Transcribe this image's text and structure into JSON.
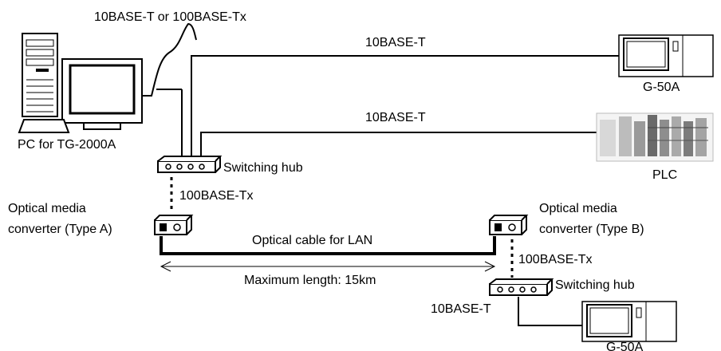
{
  "labels": {
    "pc_cable": "10BASE-T or 100BASE-Tx",
    "link_g50a_top": "10BASE-T",
    "link_plc": "10BASE-T",
    "pc_name": "PC for TG-2000A",
    "hub_top": "Switching hub",
    "g50a_top": "G-50A",
    "plc": "PLC",
    "link_hub_media_a": "100BASE-Tx",
    "media_a_line1": "Optical media",
    "media_a_line2": "converter (Type A)",
    "media_b_line1": "Optical media",
    "media_b_line2": "converter (Type B)",
    "optical_cable": "Optical cable for LAN",
    "max_length": "Maximum length: 15km",
    "link_media_b_hub": "100BASE-Tx",
    "hub_bottom": "Switching hub",
    "link_hub_g50a_bottom": "10BASE-T",
    "g50a_bottom": "G-50A"
  },
  "icons": {
    "pc": "pc-icon",
    "hub": "switching-hub-icon",
    "media_converter": "media-converter-icon",
    "g50a": "g50a-controller-icon",
    "plc": "plc-icon"
  }
}
